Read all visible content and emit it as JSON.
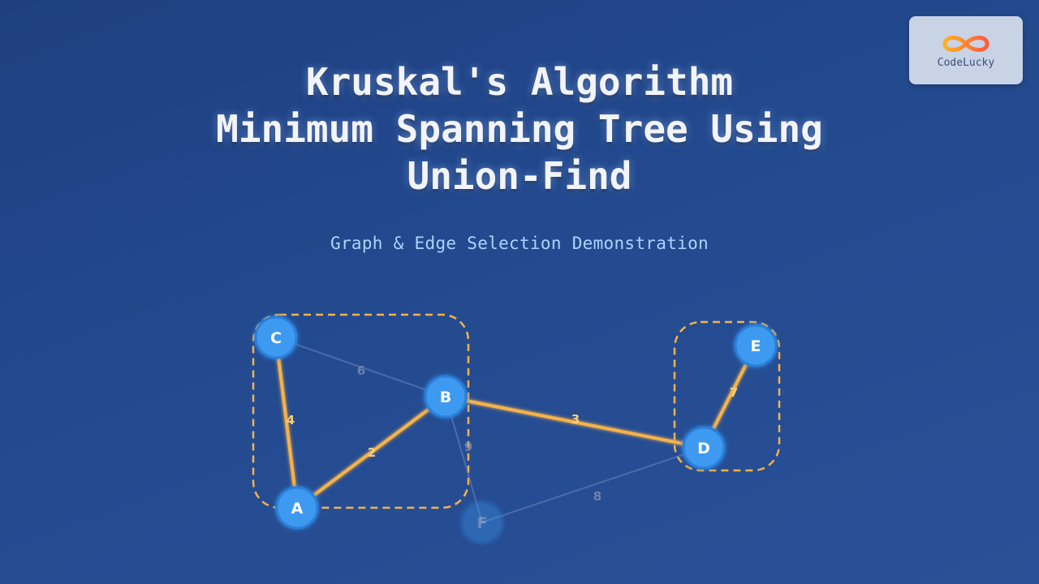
{
  "header": {
    "title_lines": [
      "Kruskal's Algorithm",
      "Minimum Spanning Tree Using",
      "Union-Find"
    ],
    "subtitle": "Graph & Edge Selection Demonstration"
  },
  "logo": {
    "text": "CodeLucky",
    "colors": {
      "primary": "#ff6b3d",
      "secondary": "#ffb020"
    }
  },
  "colors": {
    "node_fill": "#3d9af0",
    "node_stroke": "#2c7fd8",
    "selected_edge": "#f5b24a",
    "rejected_edge": "#6a86c0",
    "component_outline": "#f5b24a",
    "selected_weight_label": "#f7cf7a",
    "rejected_weight_label": "#7f8eb0"
  },
  "graph": {
    "nodes": [
      {
        "id": "A",
        "label": "A",
        "active": true
      },
      {
        "id": "B",
        "label": "B",
        "active": true
      },
      {
        "id": "C",
        "label": "C",
        "active": true
      },
      {
        "id": "D",
        "label": "D",
        "active": true
      },
      {
        "id": "E",
        "label": "E",
        "active": true
      },
      {
        "id": "F",
        "label": "F",
        "active": false
      }
    ],
    "edges": [
      {
        "from": "A",
        "to": "B",
        "weight": "2",
        "selected": true
      },
      {
        "from": "B",
        "to": "D",
        "weight": "3",
        "selected": true
      },
      {
        "from": "A",
        "to": "C",
        "weight": "4",
        "selected": true
      },
      {
        "from": "C",
        "to": "B",
        "weight": "6",
        "selected": false
      },
      {
        "from": "D",
        "to": "E",
        "weight": "7",
        "selected": true
      },
      {
        "from": "F",
        "to": "D",
        "weight": "8",
        "selected": false
      },
      {
        "from": "B",
        "to": "F",
        "weight": "9",
        "selected": false
      }
    ],
    "components": [
      {
        "name": "component-abc",
        "members": [
          "A",
          "B",
          "C"
        ]
      },
      {
        "name": "component-de",
        "members": [
          "D",
          "E"
        ]
      }
    ]
  }
}
